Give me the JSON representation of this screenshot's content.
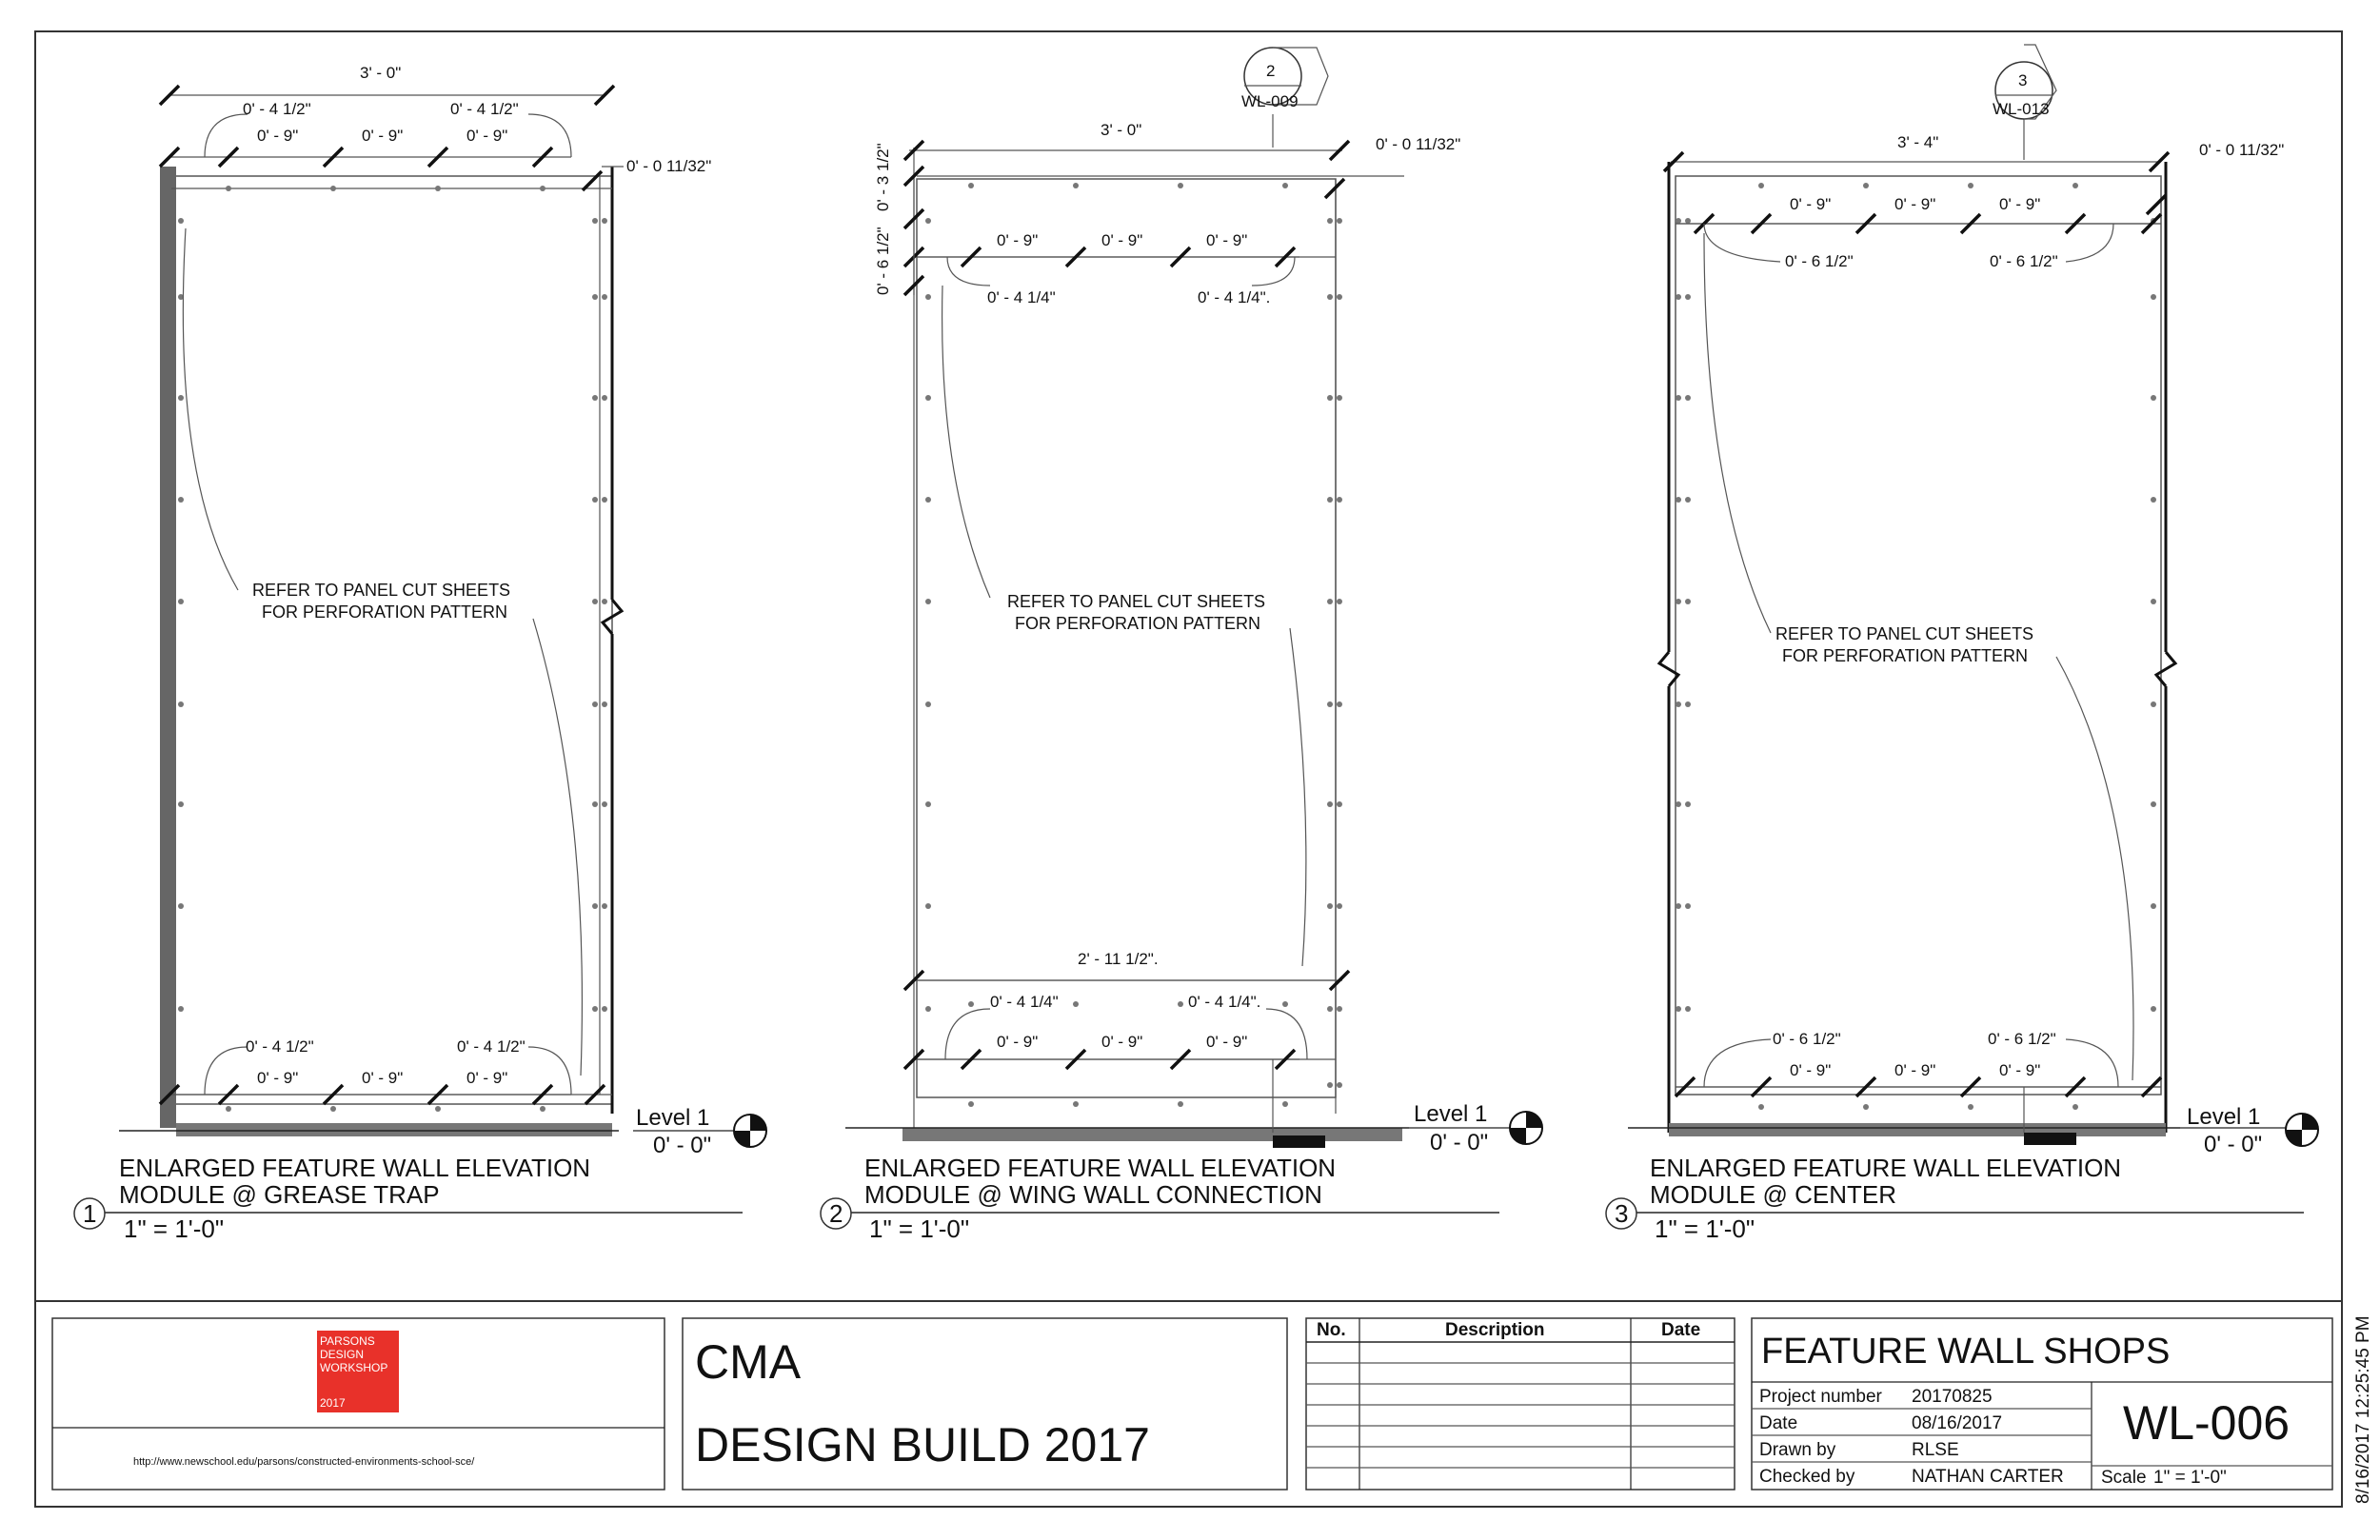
{
  "views": [
    {
      "number": "1",
      "title_line1": "ENLARGED FEATURE WALL ELEVATION",
      "title_line2": "MODULE @ GREASE TRAP",
      "scale": "1\" = 1'-0\"",
      "note_line1": "REFER TO PANEL CUT SHEETS",
      "note_line2": "FOR PERFORATION PATTERN",
      "level_name": "Level 1",
      "level_elev": "0' - 0\"",
      "dims": {
        "overall": "3' - 0\"",
        "edge_left": "0' - 4 1/2\"",
        "edge_right": "0' - 4 1/2\"",
        "spacing": [
          "0' - 9\"",
          "0' - 9\"",
          "0' - 9\""
        ],
        "offset": "0' - 0 11/32\"",
        "bottom_edge_left": "0' - 4 1/2\"",
        "bottom_edge_right": "0' - 4 1/2\"",
        "bottom_spacing": [
          "0' - 9\"",
          "0' - 9\"",
          "0' - 9\""
        ]
      }
    },
    {
      "number": "2",
      "title_line1": "ENLARGED FEATURE WALL ELEVATION",
      "title_line2": "MODULE @ WING WALL CONNECTION",
      "scale": "1\" = 1'-0\"",
      "note_line1": "REFER TO PANEL CUT SHEETS",
      "note_line2": "FOR PERFORATION PATTERN",
      "level_name": "Level 1",
      "level_elev": "0' - 0\"",
      "section_marker": {
        "number": "2",
        "sheet": "WL-009"
      },
      "dims": {
        "overall": "3' - 0\"",
        "offset": "0' - 0 11/32\"",
        "vertical_1": "0' - 6 1/2\"",
        "vertical_2": "0' - 3 1/2\"",
        "spacing": [
          "0' - 9\"",
          "0' - 9\"",
          "0' - 9\""
        ],
        "edge_left": "0' - 4 1/4\"",
        "edge_right": "0' - 4 1/4\".",
        "bottom_overall": "2' - 11 1/2\".",
        "bottom_edge_left": "0' - 4 1/4\"",
        "bottom_edge_right": "0' - 4 1/4\".",
        "bottom_spacing": [
          "0' - 9\"",
          "0' - 9\"",
          "0' - 9\""
        ]
      }
    },
    {
      "number": "3",
      "title_line1": "ENLARGED FEATURE WALL ELEVATION",
      "title_line2": "MODULE @ CENTER",
      "scale": "1\" = 1'-0\"",
      "note_line1": "REFER TO PANEL CUT SHEETS",
      "note_line2": "FOR PERFORATION PATTERN",
      "level_name": "Level 1",
      "level_elev": "0' - 0\"",
      "section_marker": {
        "number": "3",
        "sheet": "WL-013"
      },
      "dims": {
        "overall": "3' - 4\"",
        "offset": "0' - 0 11/32\"",
        "spacing": [
          "0' - 9\"",
          "0' - 9\"",
          "0' - 9\""
        ],
        "edge_left": "0' - 6 1/2\"",
        "edge_right": "0' - 6 1/2\"",
        "bottom_edge_left": "0' - 6 1/2\"",
        "bottom_edge_right": "0' - 6 1/2\"",
        "bottom_spacing": [
          "0' - 9\"",
          "0' - 9\"",
          "0' - 9\""
        ]
      }
    }
  ],
  "title_block": {
    "logo_lines": [
      "PARSONS",
      "DESIGN",
      "WORKSHOP",
      "2017"
    ],
    "logo_color": "#e8312a",
    "url": "http://www.newschool.edu/parsons/constructed-environments-school-sce/",
    "client": "CMA",
    "project": "DESIGN BUILD 2017",
    "revision_headers": {
      "no": "No.",
      "description": "Description",
      "date": "Date"
    },
    "sheet_title": "FEATURE WALL SHOPS",
    "fields": [
      {
        "label": "Project number",
        "value": "20170825"
      },
      {
        "label": "Date",
        "value": "08/16/2017"
      },
      {
        "label": "Drawn by",
        "value": "RLSE"
      },
      {
        "label": "Checked by",
        "value": "NATHAN CARTER"
      }
    ],
    "sheet_number": "WL-006",
    "scale_label": "Scale",
    "scale_value": "1\" = 1'-0\"",
    "timestamp": "8/16/2017 12:25:45 PM"
  }
}
